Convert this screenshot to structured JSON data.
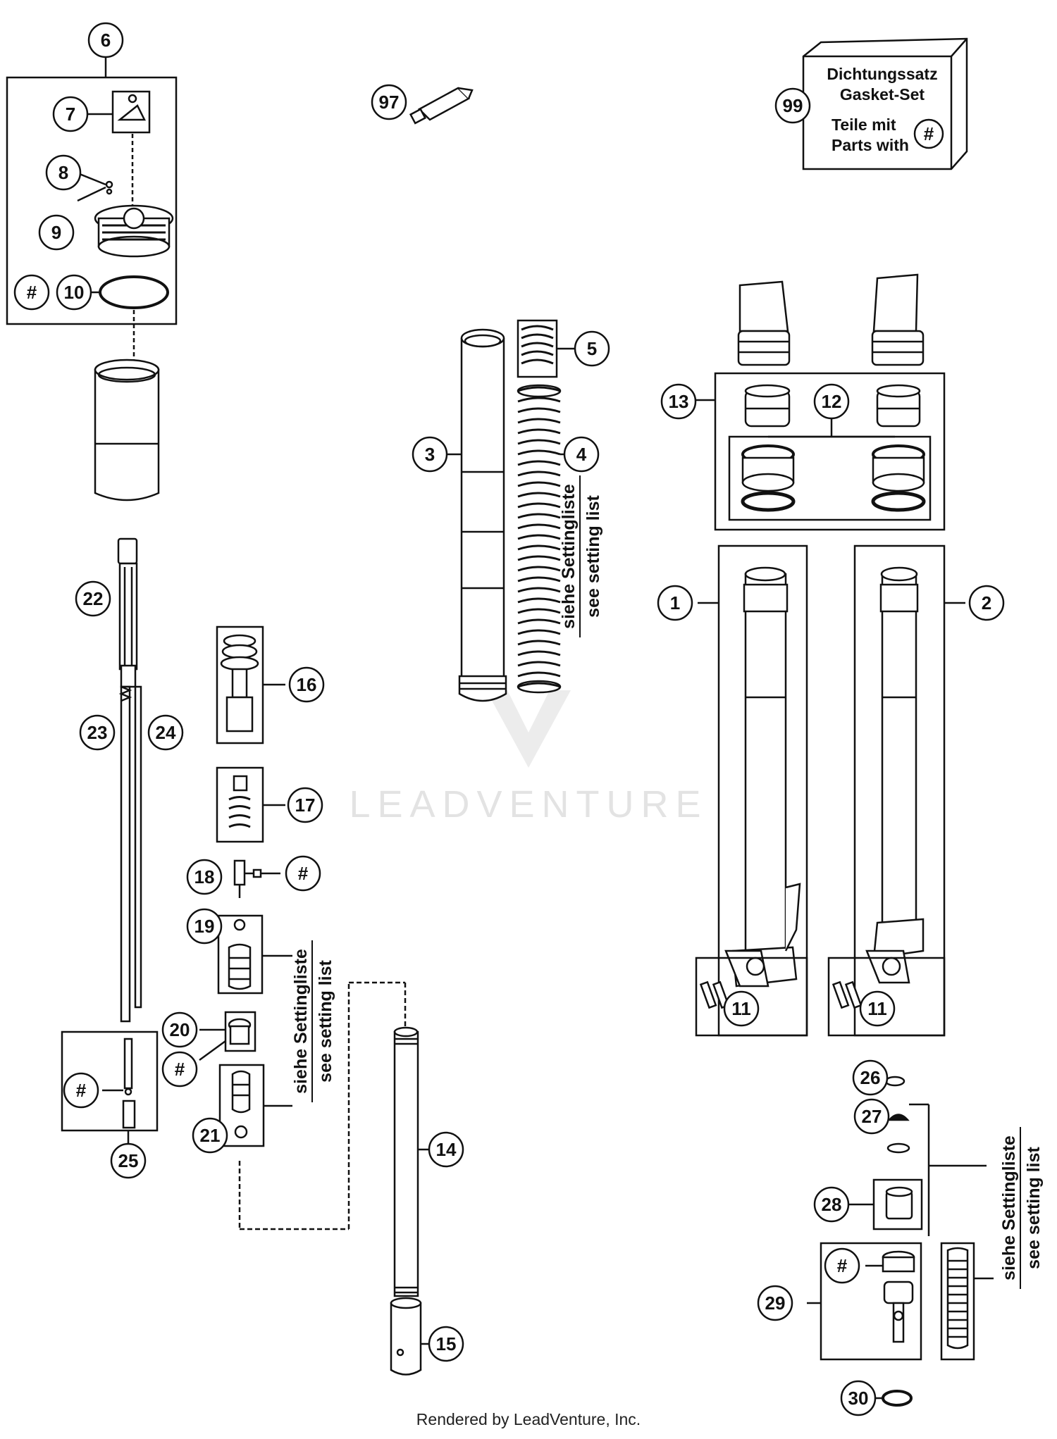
{
  "callouts": [
    "1",
    "2",
    "3",
    "4",
    "5",
    "6",
    "7",
    "8",
    "9",
    "10",
    "11",
    "11",
    "12",
    "13",
    "14",
    "15",
    "16",
    "17",
    "18",
    "19",
    "20",
    "21",
    "22",
    "23",
    "24",
    "25",
    "26",
    "27",
    "28",
    "29",
    "30",
    "97",
    "99",
    "#",
    "#",
    "#",
    "#",
    "#",
    "#"
  ],
  "gasket_box": {
    "line1": "Dichtungssatz",
    "line2": "Gasket-Set",
    "line3": "Teile mit",
    "line4": "Parts with",
    "symbol": "#"
  },
  "setting_notes": {
    "de": "siehe Settingliste",
    "en": "see setting list"
  },
  "watermark": "LEADVENTURE",
  "footer": "Rendered by LeadVenture, Inc.",
  "colors": {
    "ink": "#111111",
    "watermark": "#e3e3e3",
    "background": "#ffffff"
  }
}
